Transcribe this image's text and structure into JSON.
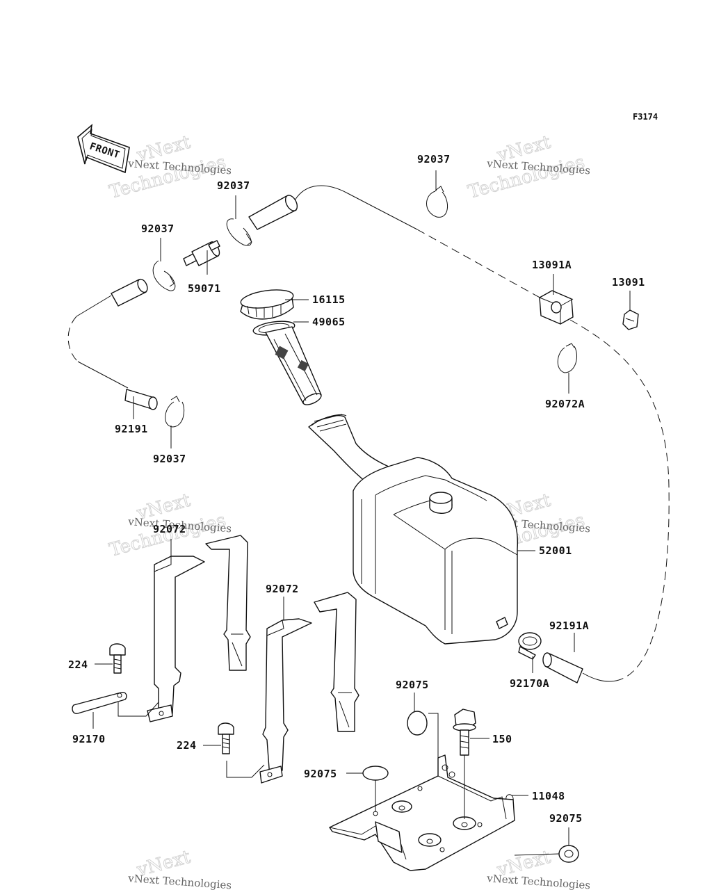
{
  "figure": {
    "code": "F3174",
    "front_label": "FRONT"
  },
  "watermark": {
    "line1": "vNext Technologies",
    "line2": "vNext",
    "line3": "Technologies"
  },
  "callouts": [
    {
      "id": "c1",
      "label": "92037"
    },
    {
      "id": "c2",
      "label": "92037"
    },
    {
      "id": "c3",
      "label": "92037"
    },
    {
      "id": "c4",
      "label": "59071"
    },
    {
      "id": "c5",
      "label": "16115"
    },
    {
      "id": "c6",
      "label": "49065"
    },
    {
      "id": "c7",
      "label": "13091A"
    },
    {
      "id": "c8",
      "label": "13091"
    },
    {
      "id": "c9",
      "label": "92072A"
    },
    {
      "id": "c10",
      "label": "92191"
    },
    {
      "id": "c11",
      "label": "92037"
    },
    {
      "id": "c12",
      "label": "92072"
    },
    {
      "id": "c13",
      "label": "52001"
    },
    {
      "id": "c14",
      "label": "92072"
    },
    {
      "id": "c15",
      "label": "92191A"
    },
    {
      "id": "c16",
      "label": "224"
    },
    {
      "id": "c17",
      "label": "92170A"
    },
    {
      "id": "c18",
      "label": "92075"
    },
    {
      "id": "c19",
      "label": "92170"
    },
    {
      "id": "c20",
      "label": "150"
    },
    {
      "id": "c21",
      "label": "224"
    },
    {
      "id": "c22",
      "label": "92075"
    },
    {
      "id": "c23",
      "label": "11048"
    },
    {
      "id": "c24",
      "label": "92075"
    }
  ]
}
